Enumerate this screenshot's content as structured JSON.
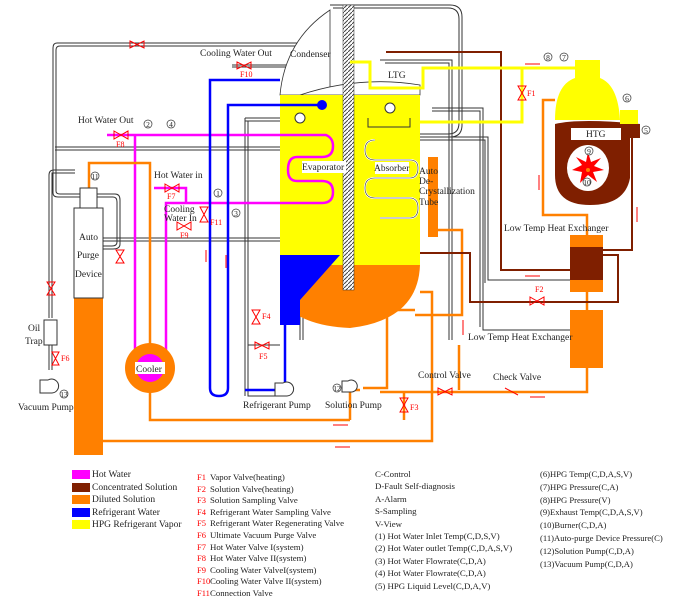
{
  "diagram": {
    "labels": {
      "cooling_water_out": "Cooling Water Out",
      "condenser": "Condenser",
      "ltg": "LTG",
      "htg": "HTG",
      "hot_water_out": "Hot Water Out",
      "hot_water_in": "Hot Water in",
      "cooling_water_in_1": "Cooling",
      "cooling_water_in_2": "Water In",
      "evaporator": "Evaporator",
      "absorber": "Absorber",
      "auto_decryst_1": "Auto",
      "auto_decryst_2": "De-",
      "auto_decryst_3": "Crystallization",
      "auto_decryst_4": "Tube",
      "auto_purge_1": "Auto",
      "auto_purge_2": "Purge",
      "auto_purge_3": "Device",
      "oil_trap_1": "Oil",
      "oil_trap_2": "Trap",
      "vacuum_pump": "Vacuum Pump",
      "cooler": "Cooler",
      "refrigerant_pump": "Refrigerant Pump",
      "solution_pump": "Solution Pump",
      "control_valve": "Control Valve",
      "check_valve": "Check Valve",
      "low_temp_hx_upper": "Low Temp Heat Exchanger",
      "low_temp_hx_lower": "Low Temp Heat Exchanger"
    },
    "valves": {
      "f1": "F1",
      "f2": "F2",
      "f3": "F3",
      "f4": "F4",
      "f5": "F5",
      "f6": "F6",
      "f7": "F7",
      "f8": "F8",
      "f9": "F9",
      "f10": "F10",
      "f11": "F11"
    },
    "sensors": [
      "1",
      "2",
      "3",
      "4",
      "5",
      "6",
      "7",
      "8",
      "9",
      "10",
      "11",
      "12",
      "13"
    ]
  },
  "colors": {
    "hot_water": "#ff00ff",
    "concentrated_solution": "#7f1f00",
    "diluted_solution": "#ff8000",
    "refrigerant_water": "#0000ff",
    "refrigerant_vapor": "#ffff00",
    "valve": "#ff0000"
  },
  "legend": {
    "fluids": [
      {
        "label": "Hot Water",
        "color": "#ff00ff"
      },
      {
        "label": "Concentrated Solution",
        "color": "#7f1f00"
      },
      {
        "label": "Diluted Solution",
        "color": "#ff8000"
      },
      {
        "label": "Refrigerant Water",
        "color": "#0000ff"
      },
      {
        "label": "HPG Refrigerant Vapor",
        "color": "#ffff00"
      }
    ],
    "valves": [
      {
        "code": "F1",
        "label": "Vapor Valve(heating)"
      },
      {
        "code": "F2",
        "label": "Solution Valve(heating)"
      },
      {
        "code": "F3",
        "label": "Solution Sampling Valve"
      },
      {
        "code": "F4",
        "label": "Refrigerant Water Sampling Valve"
      },
      {
        "code": "F5",
        "label": "Refrigerant Water Regenerating Valve"
      },
      {
        "code": "F6",
        "label": "Ultimate Vacuum Purge Valve"
      },
      {
        "code": "F7",
        "label": "Hot Water Valve I(system)"
      },
      {
        "code": "F8",
        "label": "Hot Water Valve II(system)"
      },
      {
        "code": "F9",
        "label": "Cooling Water ValveI(system)"
      },
      {
        "code": "F10",
        "label": "Cooling Water Valve II(system)"
      },
      {
        "code": "F11",
        "label": "Connection Valve"
      }
    ],
    "codes": [
      "C-Control",
      "D-Fault Self-diagnosis",
      "A-Alarm",
      "S-Sampling",
      "V-View"
    ],
    "points_left": [
      {
        "n": "1",
        "label": "Hot Water Inlet Temp(C,D,S,V)"
      },
      {
        "n": "2",
        "label": "Hot Water outlet Temp(C,D,A,S,V)"
      },
      {
        "n": "3",
        "label": "Hot Water Flowrate(C,D,A)"
      },
      {
        "n": "4",
        "label": "Hot Water Flowrate(C,D,A)"
      },
      {
        "n": "5",
        "label": "HPG Liquid Level(C,D,A,V)"
      }
    ],
    "points_right": [
      {
        "n": "6",
        "label": "HPG Temp(C,D,A,S,V)"
      },
      {
        "n": "7",
        "label": "HPG Pressure(C,A)"
      },
      {
        "n": "8",
        "label": "HPG Pressure(V)"
      },
      {
        "n": "9",
        "label": "Exhaust Temp(C,D,A,S,V)"
      },
      {
        "n": "10",
        "label": "Burner(C,D,A)"
      },
      {
        "n": "11",
        "label": "Auto-purge Device Pressure(C)"
      },
      {
        "n": "12",
        "label": "Solution Pump(C,D,A)"
      },
      {
        "n": "13",
        "label": "Vacuum Pump(C,D,A)"
      }
    ]
  }
}
